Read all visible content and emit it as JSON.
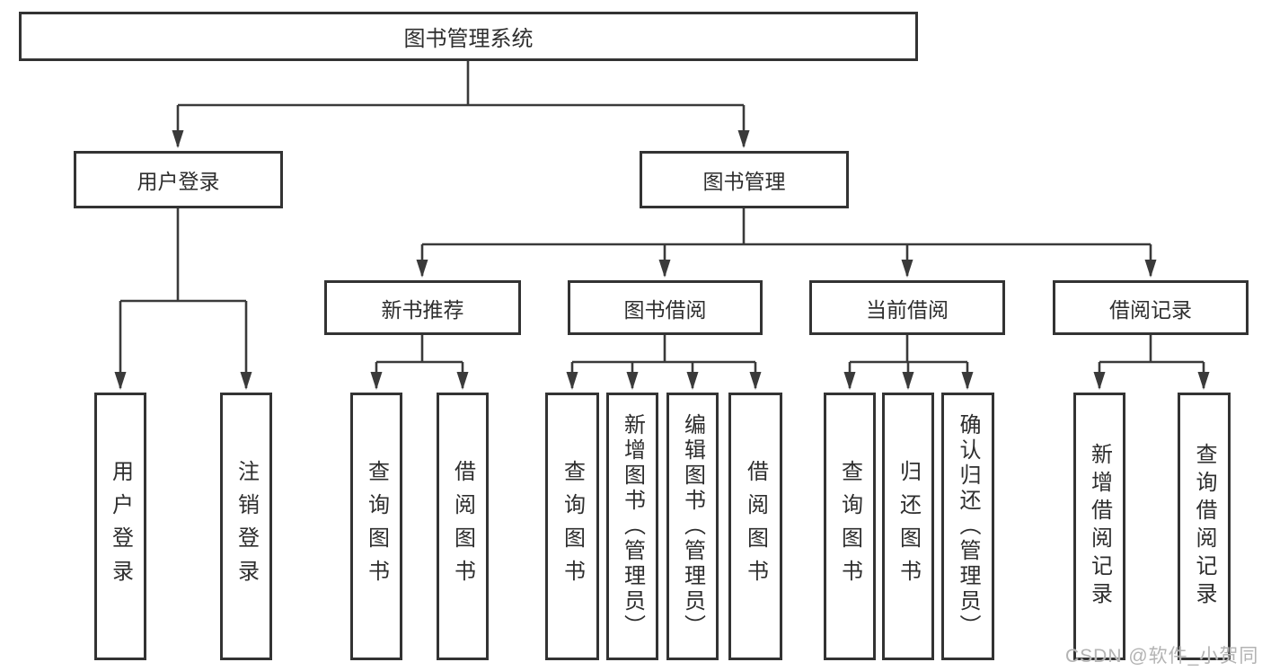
{
  "diagram": {
    "root": {
      "label": "图书管理系统"
    },
    "branches": [
      {
        "label": "用户登录",
        "children": [
          {
            "label": "用户登录"
          },
          {
            "label": "注销登录"
          }
        ]
      },
      {
        "label": "图书管理",
        "sections": [
          {
            "label": "新书推荐",
            "children": [
              {
                "label": "查询图书"
              },
              {
                "label": "借阅图书"
              }
            ]
          },
          {
            "label": "图书借阅",
            "children": [
              {
                "label": "查询图书"
              },
              {
                "label": "新增图书（管理员）"
              },
              {
                "label": "编辑图书（管理员）"
              },
              {
                "label": "借阅图书"
              }
            ]
          },
          {
            "label": "当前借阅",
            "children": [
              {
                "label": "查询图书"
              },
              {
                "label": "归还图书"
              },
              {
                "label": "确认归还（管理员）"
              }
            ]
          },
          {
            "label": "借阅记录",
            "children": [
              {
                "label": "新增借阅记录"
              },
              {
                "label": "查询借阅记录"
              }
            ]
          }
        ]
      }
    ]
  },
  "watermark": {
    "text": "CSDN @软件_小贺同学"
  },
  "colors": {
    "line": "#3a3a3a",
    "border": "#333333",
    "text": "#2e2e2e",
    "watermark": "#b3b3b3",
    "background": "#ffffff"
  }
}
